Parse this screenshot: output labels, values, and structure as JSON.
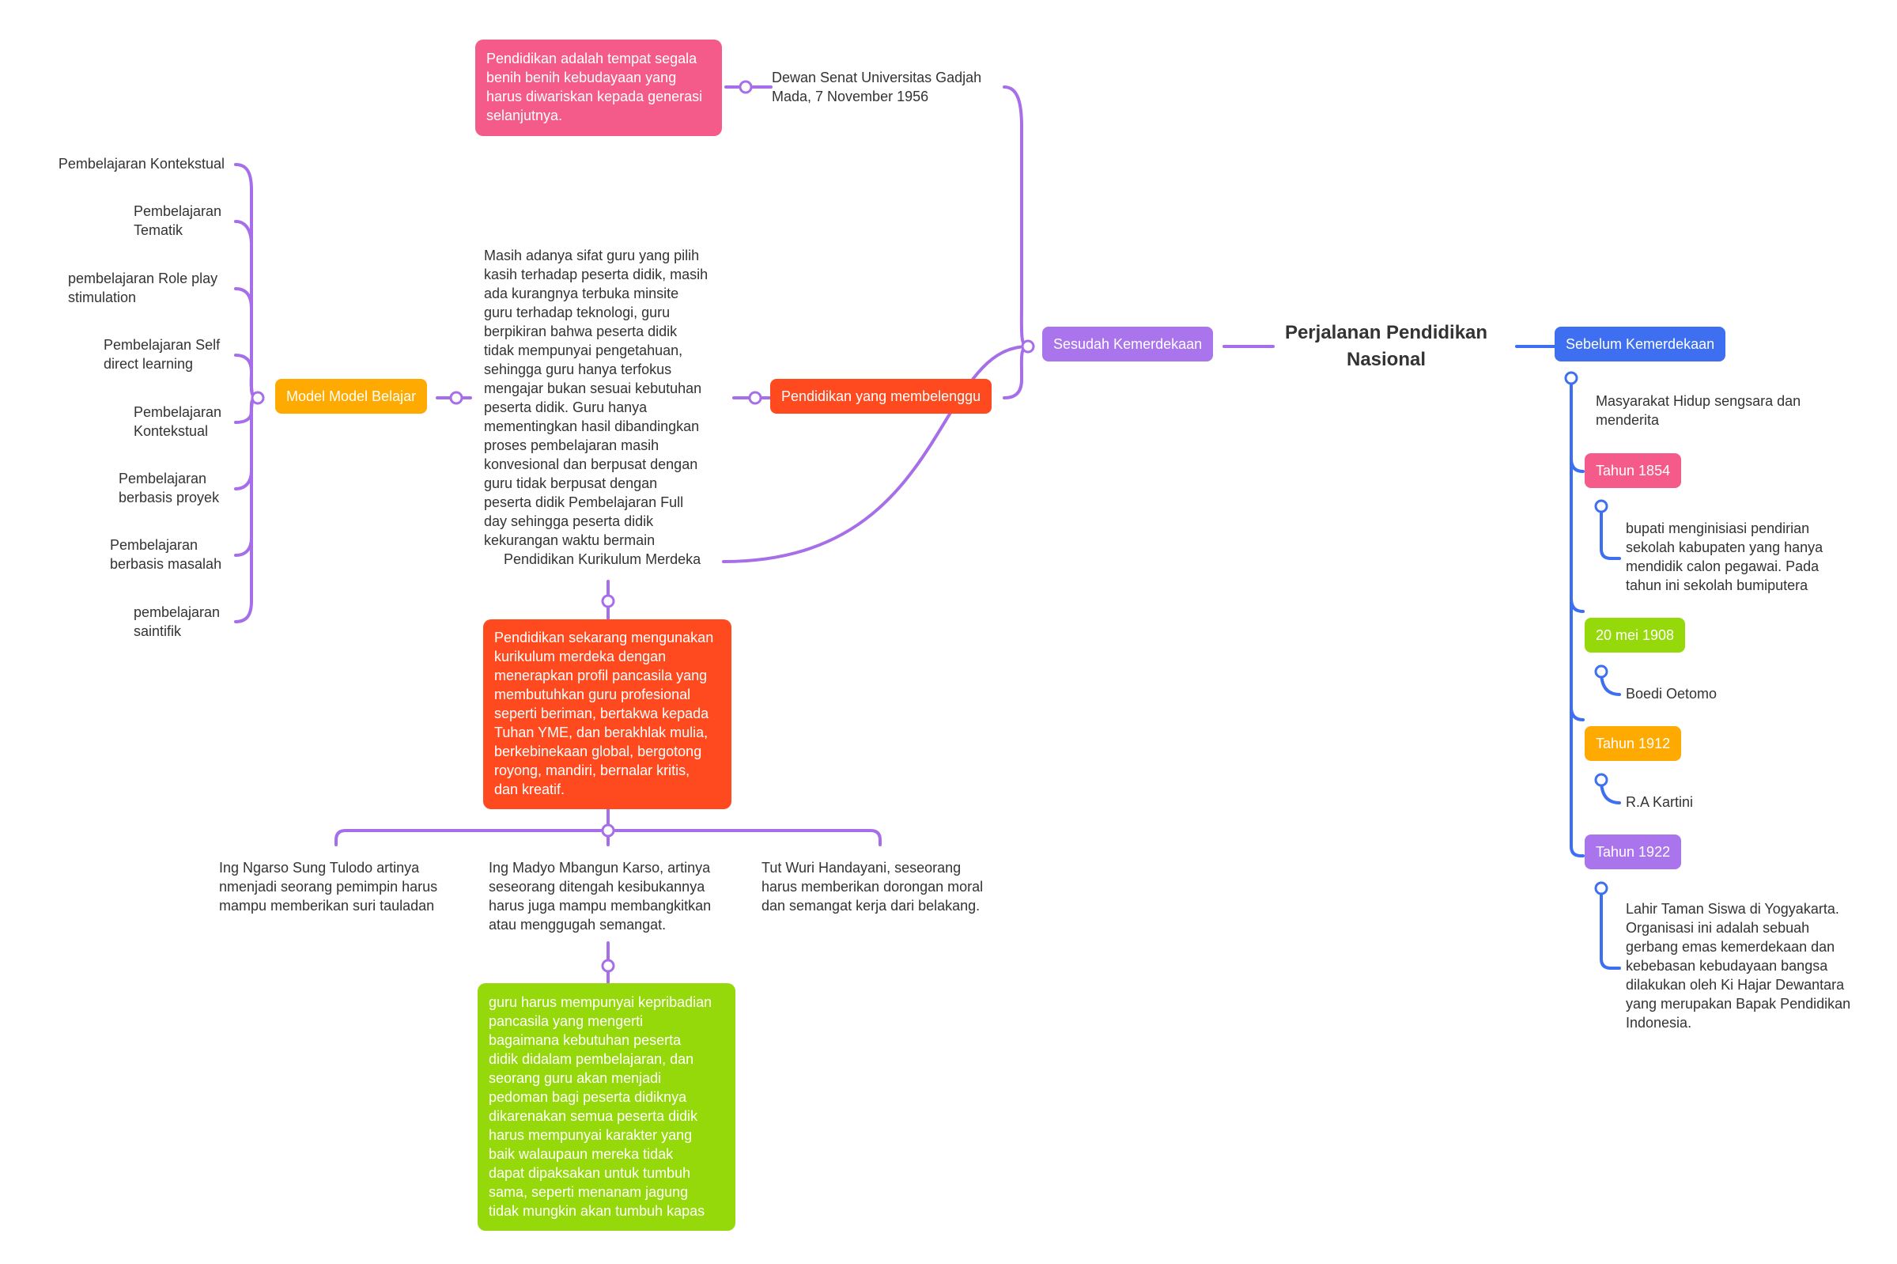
{
  "colors": {
    "purple": "#a66ee8",
    "purple_box": "#a974ec",
    "blue": "#3d6ff0",
    "pink": "#f45b8a",
    "red": "#ff4a1f",
    "orange": "#ffaa00",
    "green": "#95d90a"
  },
  "root": {
    "title": "Perjalanan Pendidikan\nNasional"
  },
  "right_branch": {
    "label": "Sebelum Kemerdekaan",
    "intro": "Masyarakat Hidup sengsara dan\nmenderita",
    "events": [
      {
        "label": "Tahun 1854",
        "desc": "bupati menginisiasi pendirian\nsekolah kabupaten yang hanya\nmendidik calon pegawai. Pada\ntahun ini sekolah bumiputera"
      },
      {
        "label": "20 mei 1908",
        "desc": "Boedi Oetomo"
      },
      {
        "label": "Tahun 1912",
        "desc": "R.A Kartini"
      },
      {
        "label": "Tahun 1922",
        "desc": "Lahir Taman Siswa di Yogyakarta.\nOrganisasi ini adalah sebuah\ngerbang emas kemerdekaan dan\nkebebasan kebudayaan bangsa\ndilakukan oleh Ki Hajar Dewantara\nyang merupakan Bapak Pendidikan\nIndonesia."
      }
    ]
  },
  "left_branch": {
    "label": "Sesudah Kemerdekaan",
    "dewan": {
      "text": "Dewan Senat Universitas Gadjah\nMada, 7 November 1956",
      "quote": "Pendidikan adalah tempat segala\nbenih benih kebudayaan yang\nharus diwariskan kepada generasi\nselanjutnya."
    },
    "membelenggu": {
      "label": "Pendidikan yang membelenggu",
      "text": "Masih adanya sifat guru yang pilih\nkasih terhadap peserta didik, masih\nada kurangnya terbuka minsite\nguru terhadap teknologi, guru\nberpikiran bahwa peserta didik\ntidak mempunyai pengetahuan,\nsehingga guru hanya terfokus\nmengajar bukan sesuai kebutuhan\npeserta didik.  Guru hanya\nmementingkan hasil dibandingkan\nproses  pembelajaran masih\nkonvesional dan berpusat dengan\nguru tidak berpusat dengan\npeserta didik Pembelajaran Full\nday sehingga peserta didik\nkekurangan waktu bermain",
      "model": {
        "label": "Model Model Belajar",
        "items": [
          "Pembelajaran Kontekstual",
          "Pembelajaran\nTematik",
          "pembelajaran Role play\nstimulation",
          "Pembelajaran Self\ndirect learning",
          "Pembelajaran\nKontekstual",
          "Pembelajaran\nberbasis proyek",
          "Pembelajaran\nberbasis masalah",
          "pembelajaran\nsaintifik"
        ]
      }
    },
    "kurikulum": {
      "label": "Pendidikan Kurikulum Merdeka",
      "box": "Pendidikan sekarang mengunakan\nkurikulum merdeka dengan\nmenerapkan profil pancasila yang\nmembutuhkan guru profesional\nseperti beriman, bertakwa kepada\nTuhan YME, dan berakhlak mulia,\nberkebinekaan global, bergotong\nroyong, mandiri, bernalar kritis,\ndan kreatif.",
      "principles": [
        "Ing Ngarso Sung Tulodo artinya\nnmenjadi seorang pemimpin harus\nmampu memberikan suri tauladan",
        "Ing Madyo Mbangun Karso, artinya\nseseorang ditengah kesibukannya\nharus juga mampu membangkitkan\natau menggugah semangat.",
        "Tut Wuri Handayani, seseorang\nharus memberikan dorongan moral\ndan semangat kerja dari belakang."
      ],
      "green_box": "guru harus mempunyai kepribadian\npancasila yang mengerti\nbagaimana kebutuhan peserta\ndidik didalam pembelajaran, dan\nseorang guru akan menjadi\npedoman bagi peserta didiknya\ndikarenakan semua peserta didik\nharus mempunyai karakter yang\nbaik walaupaun mereka tidak\ndapat dipaksakan untuk tumbuh\nsama, seperti menanam jagung\ntidak mungkin akan tumbuh kapas"
    }
  }
}
